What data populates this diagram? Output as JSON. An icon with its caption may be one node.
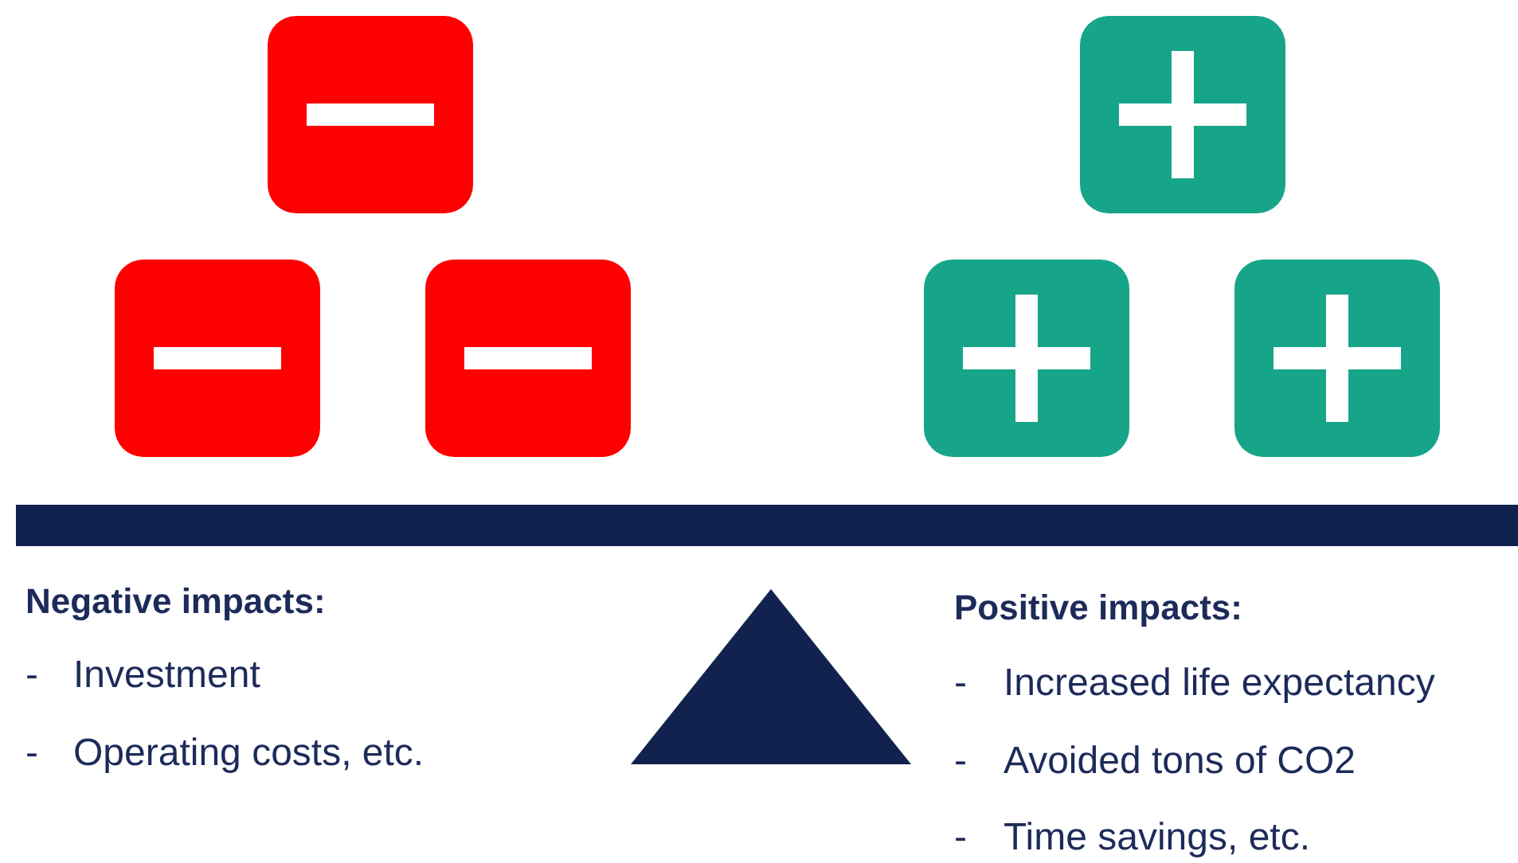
{
  "diagram": {
    "labels": [
      "Negative impacts:",
      "-",
      "Investment",
      "-",
      "Operating costs, etc.",
      "Positive impacts:",
      "-",
      "Increased life expectancy",
      "-",
      "Avoided tons of CO2",
      "-",
      "Time savings, etc."
    ]
  }
}
